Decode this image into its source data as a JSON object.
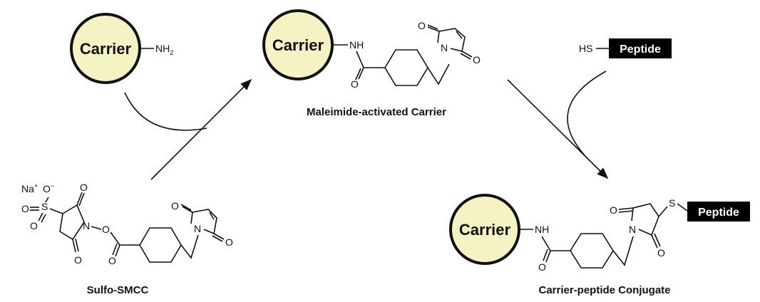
{
  "carrier_label": "Carrier",
  "peptide_label": "Peptide",
  "nh2_base": "NH",
  "nh2_sub": "2",
  "nh_label": "NH",
  "hs_label": "HS",
  "s_label": "S",
  "n_label": "N",
  "o_label": "O",
  "na_label": "Na",
  "plus_sign": "+",
  "minus_sign": "−",
  "captions": {
    "maleimide_activated": "Maleimide-activated Carrier",
    "sulfo_smcc": "Sulfo-SMCC",
    "conjugate": "Carrier-peptide Conjugate"
  },
  "colors": {
    "carrier_fill": "#f5f2c4",
    "peptide_fill": "#000000"
  }
}
